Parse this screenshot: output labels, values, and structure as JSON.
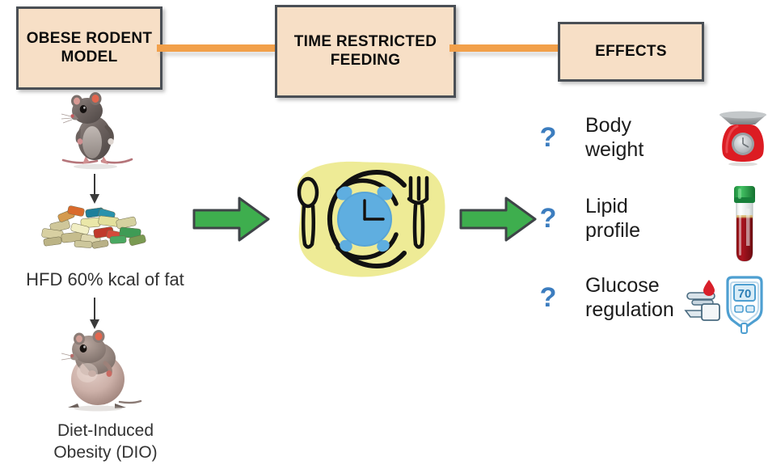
{
  "flow": {
    "boxes": [
      {
        "id": "obese",
        "label": "OBESE\nRODENT\nMODEL"
      },
      {
        "id": "trf",
        "label": "TIME\nRESTRICTED\nFEEDING"
      },
      {
        "id": "effects",
        "label": "EFFECTS"
      }
    ],
    "connector_color": "#F2A04A",
    "box_fill": "#F7DFC6",
    "box_border": "#4a4f55"
  },
  "left_column": {
    "lean_rodent_icon": "standing-mouse-illustration",
    "chow_icon": "high-fat-diet-pellets",
    "diet_caption": "HFD 60% kcal of fat",
    "obese_rodent_icon": "obese-mouse-illustration",
    "outcome_caption": "Diet-Induced\nObesity (DIO)"
  },
  "center": {
    "icon": "plate-clock-spoon-fork",
    "blob_color": "#EEEB96",
    "clock_color": "#5FAEE0",
    "clock_time": "3:00"
  },
  "arrows": {
    "color": "#3EAE4E",
    "border": "#3f4448",
    "left_arrow": "arrow-right-icon",
    "right_arrow": "arrow-right-icon"
  },
  "effects": {
    "question_mark": "?",
    "question_color": "#3C7DBF",
    "items": [
      {
        "label": "Body\nweight",
        "icon": "kitchen-scale-icon",
        "icon_color": "#E0202C"
      },
      {
        "label": "Lipid\nprofile",
        "icon": "blood-tube-icon",
        "icon_color": "#8A0E16"
      },
      {
        "label": "Glucose\nregulation",
        "icon": "glucometer-icon",
        "icon_color": "#4E9FD1",
        "display_value": "70"
      }
    ]
  }
}
